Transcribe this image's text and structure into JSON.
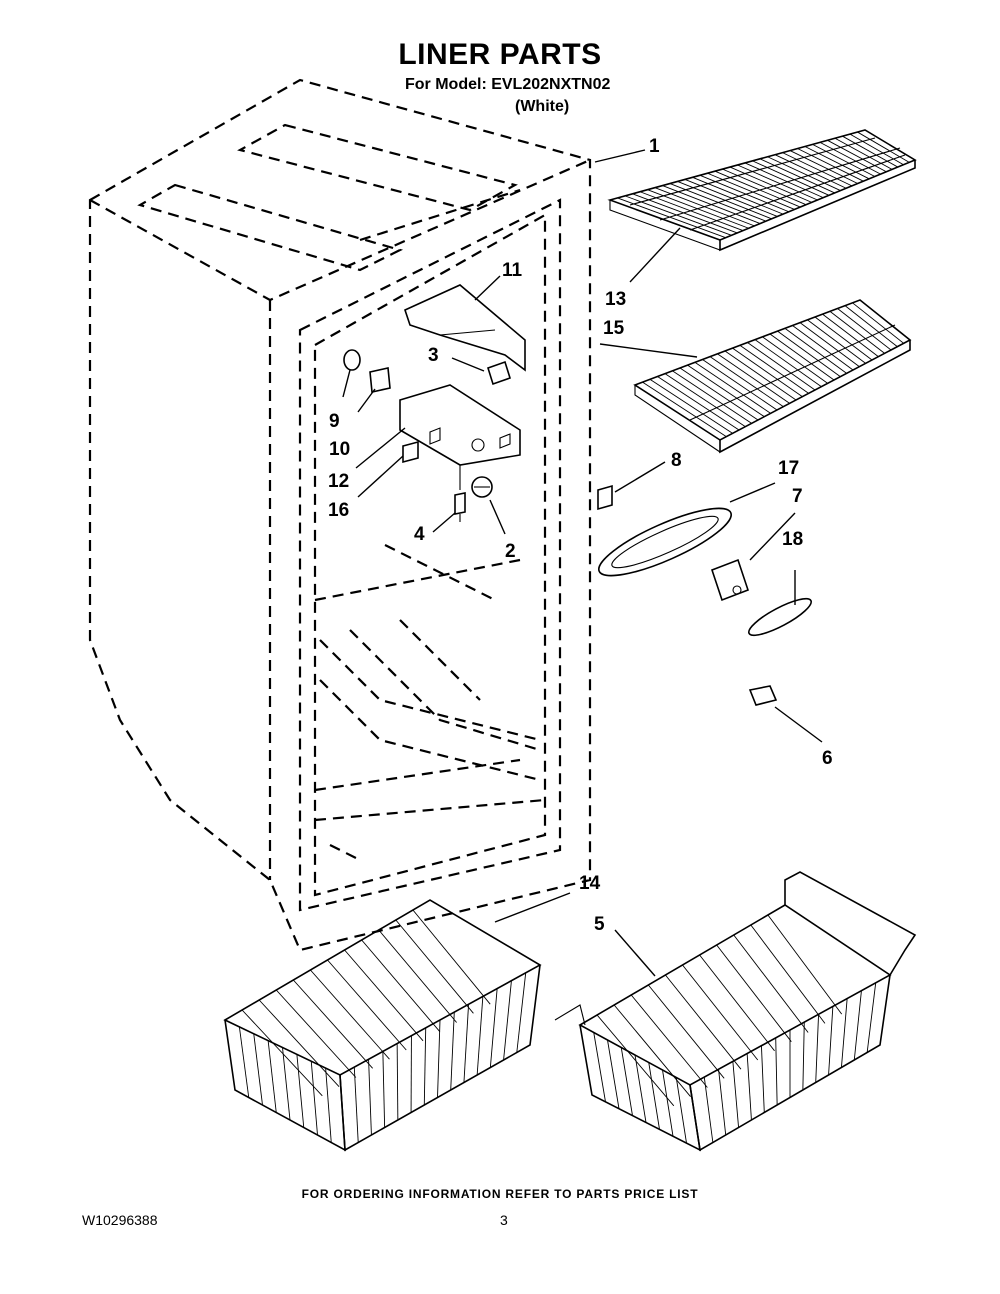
{
  "header": {
    "title": "LINER PARTS",
    "model": "For Model: EVL202NXTN02",
    "color": "(White)"
  },
  "callouts": {
    "c1": "1",
    "c2": "2",
    "c3": "3",
    "c4": "4",
    "c5": "5",
    "c6": "6",
    "c7": "7",
    "c8": "8",
    "c9": "9",
    "c10": "10",
    "c11": "11",
    "c12": "12",
    "c13": "13",
    "c14": "14",
    "c15": "15",
    "c16": "16",
    "c17": "17",
    "c18": "18"
  },
  "footer": {
    "note": "FOR ORDERING INFORMATION REFER TO PARTS PRICE LIST",
    "doc_number": "W10296388",
    "page": "3"
  }
}
